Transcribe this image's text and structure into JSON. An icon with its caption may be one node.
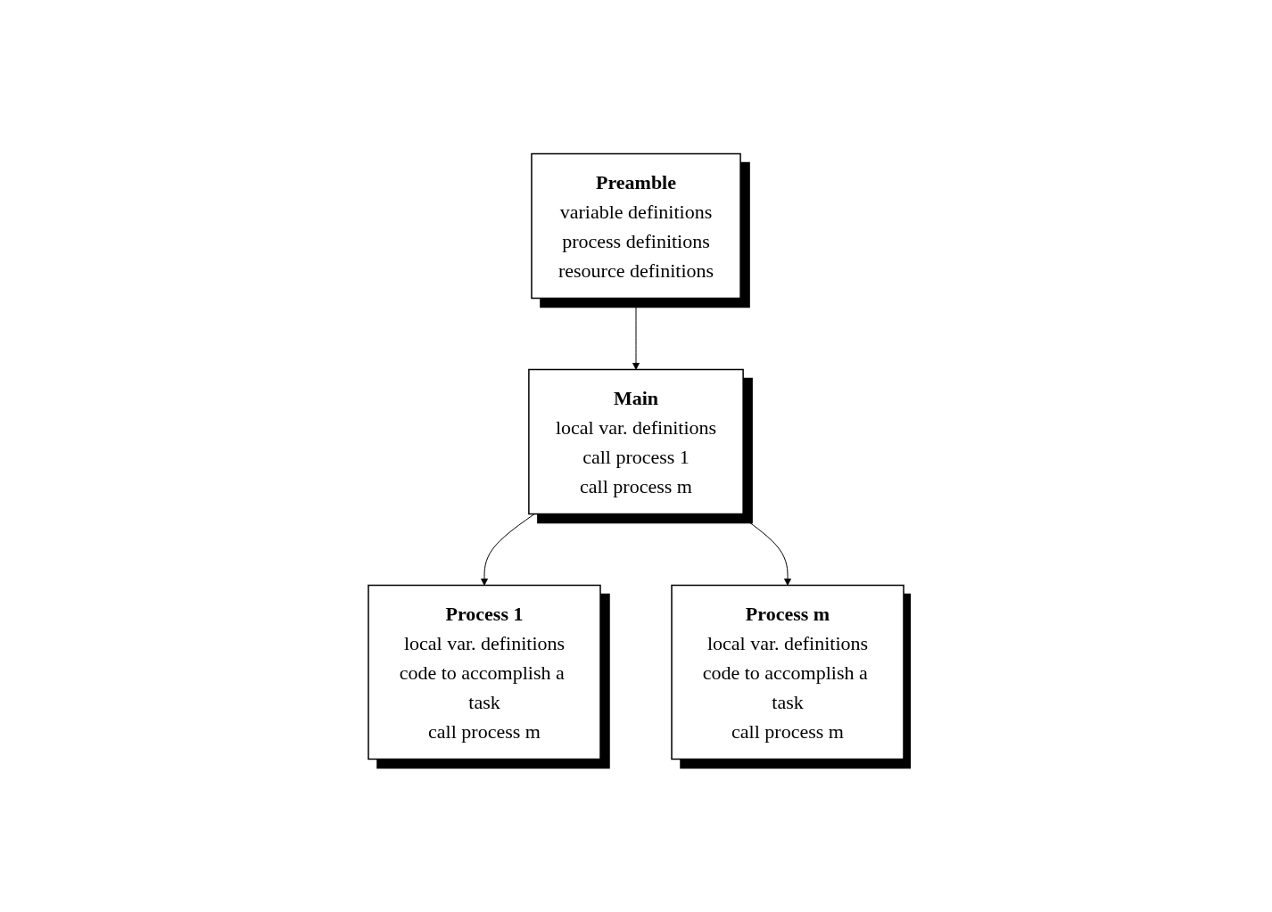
{
  "diagram": {
    "nodes": [
      {
        "text": [
          "Preamble",
          "variable definitions",
          "process definitions",
          "resource definitions"
        ]
      },
      {
        "text": [
          "Main",
          "local var. definitions",
          "call process 1",
          "call process m"
        ]
      },
      {
        "text": [
          "Process 1",
          "local var. definitions",
          "code to accomplish a task",
          "call process m"
        ]
      },
      {
        "text": [
          "Process m",
          "local var. definitions",
          "code to accomplish a task",
          "call process m"
        ]
      }
    ],
    "edges": [
      {
        "from": 0,
        "to": 1,
        "arrow": "to"
      },
      {
        "from": 1,
        "to": 2,
        "arrow": "to"
      },
      {
        "from": 1,
        "to": 3,
        "arrow": "to"
      }
    ]
  }
}
